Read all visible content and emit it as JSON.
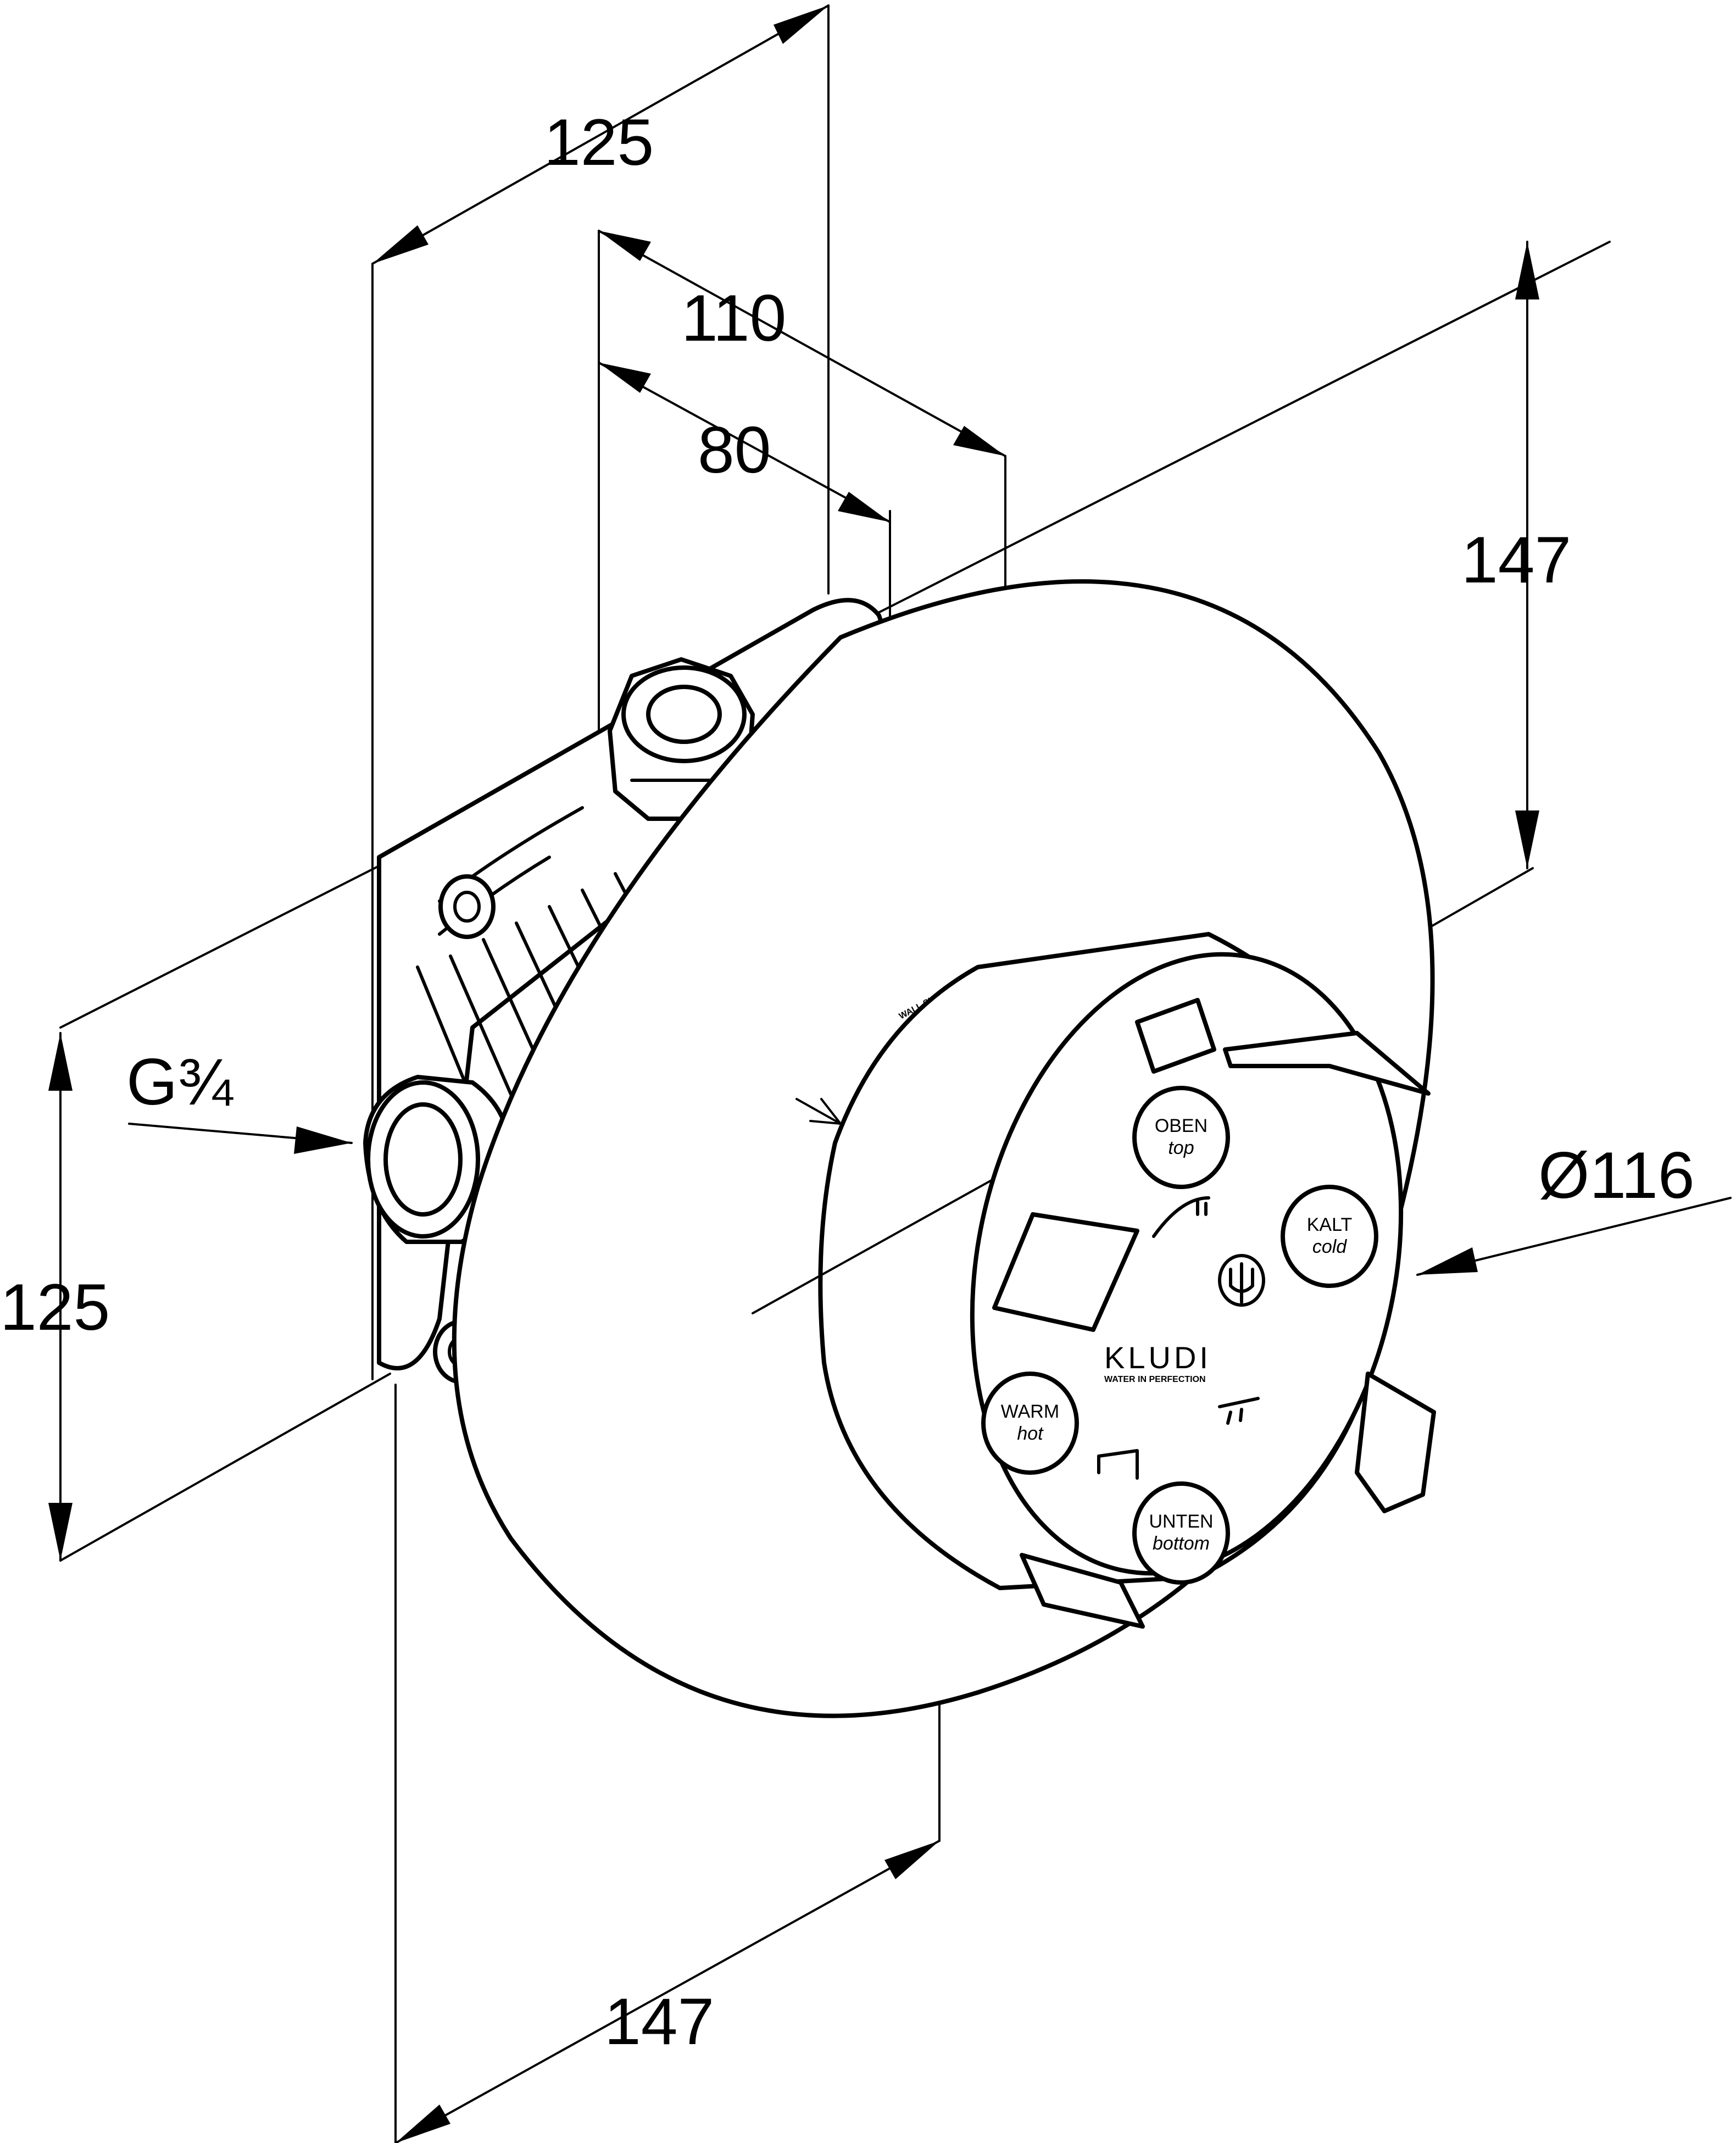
{
  "dimensions": {
    "width_top": "125",
    "depth_110": "110",
    "depth_80": "80",
    "height_right": "147",
    "height_left": "125",
    "width_bottom": "147",
    "diameter": "Ø116",
    "thread": "G¾"
  },
  "cap_labels": {
    "top": {
      "line1": "OBEN",
      "line2": "top"
    },
    "cold": {
      "line1": "KALT",
      "line2": "cold"
    },
    "hot": {
      "line1": "WARM",
      "line2": "hot"
    },
    "bottom": {
      "line1": "UNTEN",
      "line2": "bottom"
    }
  },
  "brand": {
    "name": "KLUDI",
    "tagline": "WATER IN PERFECTION"
  },
  "wall_label": "WALL SURFACE"
}
